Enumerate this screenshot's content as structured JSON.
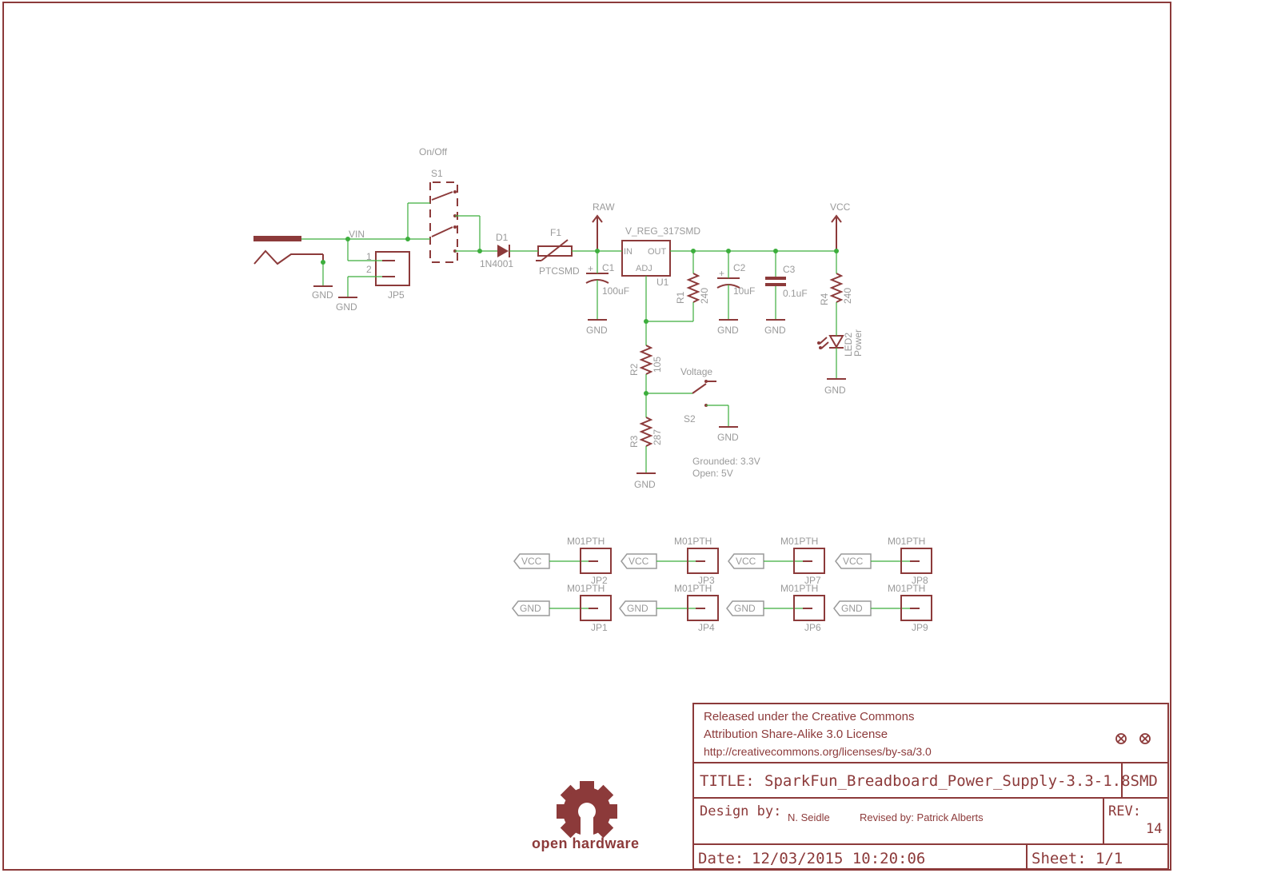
{
  "labels": {
    "on_off": "On/Off",
    "s1": "S1",
    "vin": "VIN",
    "gnd": "GND",
    "jp5": "JP5",
    "pin1": "1",
    "pin2": "2",
    "d1": "D1",
    "d1_value": "1N4001",
    "f1": "F1",
    "f1_value": "PTCSMD",
    "raw": "RAW",
    "c1": "C1",
    "c1_value": "100uF",
    "u1_value": "V_REG_317SMD",
    "u1": "U1",
    "u1_in": "IN",
    "u1_out": "OUT",
    "u1_adj": "ADJ",
    "r1": "R1",
    "r1_value": "240",
    "c2": "C2",
    "c2_value": "10uF",
    "c3": "C3",
    "c3_value": "0.1uF",
    "vcc": "VCC",
    "r4": "R4",
    "r4_value": "240",
    "led2": "LED2",
    "led2_value": "Power",
    "r2": "R2",
    "r2_value": "105",
    "voltage": "Voltage",
    "s2": "S2",
    "r3": "R3",
    "r3_value": "287",
    "note_grounded": "Grounded: 3.3V",
    "note_open": "Open: 5V",
    "plus": "+"
  },
  "headers": {
    "part": "M01PTH",
    "vcc_row": [
      "JP2",
      "JP3",
      "JP7",
      "JP8"
    ],
    "gnd_row": [
      "JP1",
      "JP4",
      "JP6",
      "JP9"
    ],
    "vcc_tag": "VCC",
    "gnd_tag": "GND"
  },
  "title_block": {
    "license_line1": "Released under the Creative Commons",
    "license_line2": "Attribution Share-Alike 3.0 License",
    "license_line3": "http://creativecommons.org/licenses/by-sa/3.0",
    "title_label": "TITLE:",
    "title": "SparkFun_Breadboard_Power_Supply-3.3-1.8SMD",
    "design_label": "Design by:",
    "designer": "N. Seidle",
    "revised": "Revised by: Patrick Alberts",
    "rev_label": "REV:",
    "rev": "14",
    "date_label": "Date:",
    "date": "12/03/2015 10:20:06",
    "sheet_label": "Sheet:",
    "sheet": "1/1",
    "logo_text": "open hardware"
  },
  "colors": {
    "wire": "#3cae3c",
    "symbol": "#8c3a3a",
    "label": "#9a9a9a",
    "frame": "#8c3a3a"
  }
}
